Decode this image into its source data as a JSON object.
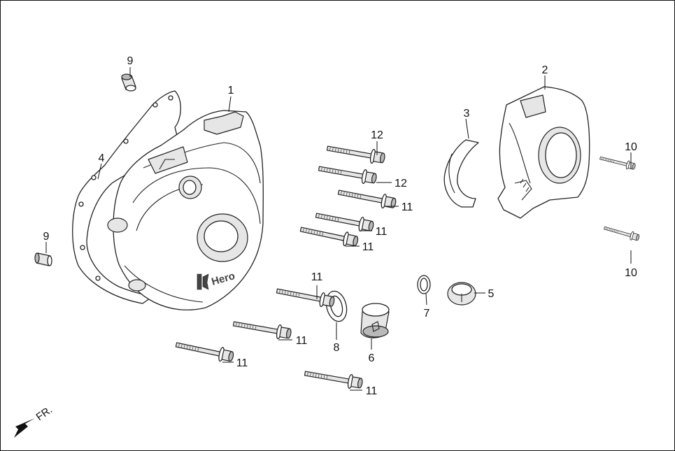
{
  "diagram": {
    "direction_label": "FR.",
    "callouts": [
      {
        "id": "c1",
        "text": "1"
      },
      {
        "id": "c2",
        "text": "2"
      },
      {
        "id": "c3",
        "text": "3"
      },
      {
        "id": "c4",
        "text": "4"
      },
      {
        "id": "c5",
        "text": "5"
      },
      {
        "id": "c6",
        "text": "6"
      },
      {
        "id": "c7",
        "text": "7"
      },
      {
        "id": "c8",
        "text": "8"
      },
      {
        "id": "c9a",
        "text": "9"
      },
      {
        "id": "c9b",
        "text": "9"
      },
      {
        "id": "c10a",
        "text": "10"
      },
      {
        "id": "c10b",
        "text": "10"
      },
      {
        "id": "c11a",
        "text": "11"
      },
      {
        "id": "c11b",
        "text": "11"
      },
      {
        "id": "c11c",
        "text": "11"
      },
      {
        "id": "c11d",
        "text": "11"
      },
      {
        "id": "c11e",
        "text": "11"
      },
      {
        "id": "c11f",
        "text": "11"
      },
      {
        "id": "c11g",
        "text": "11"
      },
      {
        "id": "c12a",
        "text": "12"
      },
      {
        "id": "c12b",
        "text": "12"
      }
    ],
    "parts": {
      "left_crankcase_cover": {
        "logo_text": "Hero"
      }
    }
  }
}
